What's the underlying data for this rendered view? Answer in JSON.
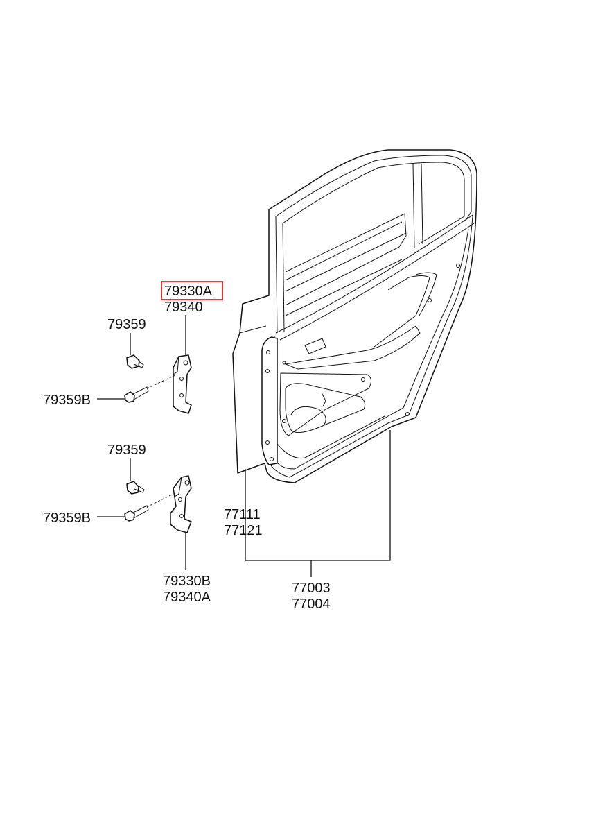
{
  "labels": {
    "p79330A": "79330A",
    "p79340": "79340",
    "p79359_top": "79359",
    "p79359B_top": "79359B",
    "p79359_bottom": "79359",
    "p79359B_bottom": "79359B",
    "p79330B": "79330B",
    "p79340A": "79340A",
    "p77111": "77111",
    "p77121": "77121",
    "p77003": "77003",
    "p77004": "77004"
  },
  "highlight": {
    "part": "79330A",
    "color": "#e02020"
  },
  "colors": {
    "line": "#111111",
    "background": "#ffffff"
  }
}
